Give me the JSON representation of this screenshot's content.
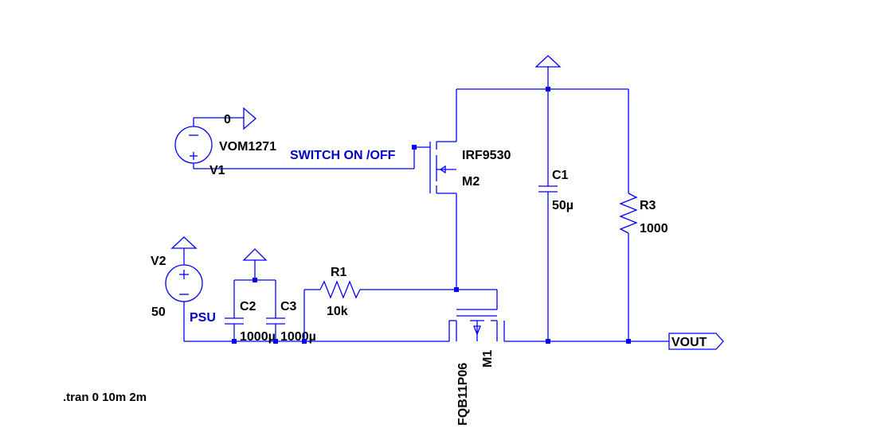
{
  "labels": {
    "v1_name": "V1",
    "v1_value": "VOM1271",
    "ground_zero": "0",
    "switch_net": "SWITCH ON /OFF",
    "m2_model": "IRF9530",
    "m2_name": "M2",
    "c1_name": "C1",
    "c1_value": "50µ",
    "r3_name": "R3",
    "r3_value": "1000",
    "v2_name": "V2",
    "v2_value": "50",
    "psu_net": "PSU",
    "c2_name": "C2",
    "c2_value": "1000µ",
    "c3_name": "C3",
    "c3_value": "1000µ",
    "r1_name": "R1",
    "r1_value": "10k",
    "m1_model": "FQB11P06",
    "m1_name": "M1",
    "vout_port": "VOUT",
    "sim_directive": ".tran 0 10m 2m"
  },
  "colors": {
    "wire": "#0000ff",
    "component_text": "#000000",
    "net_label_text": "#0000cc",
    "background": "#ffffff"
  },
  "icons": {
    "power_flag": "triangle-flag-icon",
    "source": "voltage-source-icon"
  }
}
